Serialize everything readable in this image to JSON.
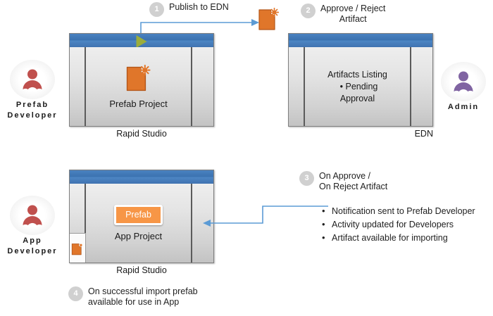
{
  "diagram": {
    "title": "Prefab publish and import workflow",
    "colors": {
      "title_bar_blue": "#4178b5",
      "artifact_orange": "#e0762a",
      "prefab_badge_orange": "#f79646",
      "prefab_dev_red": "#c0504d",
      "admin_purple": "#8064a2",
      "connector_blue": "#5b9bd5",
      "step_circle_gray": "#d0d0d0",
      "play_triangle_olive": "#9bad3c"
    },
    "actors": [
      {
        "id": "prefab-developer",
        "label": "Prefab\nDeveloper",
        "line1": "Prefab",
        "line2": "Developer",
        "icon": "person-icon",
        "color": "#c0504d"
      },
      {
        "id": "admin",
        "label": "Admin",
        "line1": "Admin",
        "line2": "",
        "icon": "person-icon",
        "color": "#8064a2"
      },
      {
        "id": "app-developer",
        "label": "App\nDeveloper",
        "line1": "App",
        "line2": "Developer",
        "icon": "person-icon",
        "color": "#c0504d"
      }
    ],
    "windows": [
      {
        "id": "rapid-studio-prefab",
        "caption": "Rapid Studio",
        "project_label": "Prefab Project",
        "icon": "artifact-icon",
        "has_play_button": true,
        "play_icon": "play-triangle-icon"
      },
      {
        "id": "edn",
        "caption": "EDN",
        "listing_title": "Artifacts Listing",
        "listing_items": [
          "Pending",
          "Approval"
        ]
      },
      {
        "id": "rapid-studio-app",
        "caption": "Rapid Studio",
        "project_label": "App  Project",
        "badge_label": "Prefab",
        "corner_icon": "artifact-icon"
      }
    ],
    "steps": [
      {
        "number": "1",
        "text": "Publish to EDN",
        "centered": false
      },
      {
        "number": "2",
        "text": "Approve / Reject\nArtifact",
        "centered": true
      },
      {
        "number": "3",
        "text": "On Approve /\nOn Reject Artifact",
        "centered": false
      },
      {
        "number": "4",
        "text": "On successful import prefab\navailable for use in App",
        "centered": false
      }
    ],
    "bullets": [
      "Notification sent to Prefab Developer",
      "Activity updated for Developers",
      "Artifact available for importing"
    ]
  }
}
